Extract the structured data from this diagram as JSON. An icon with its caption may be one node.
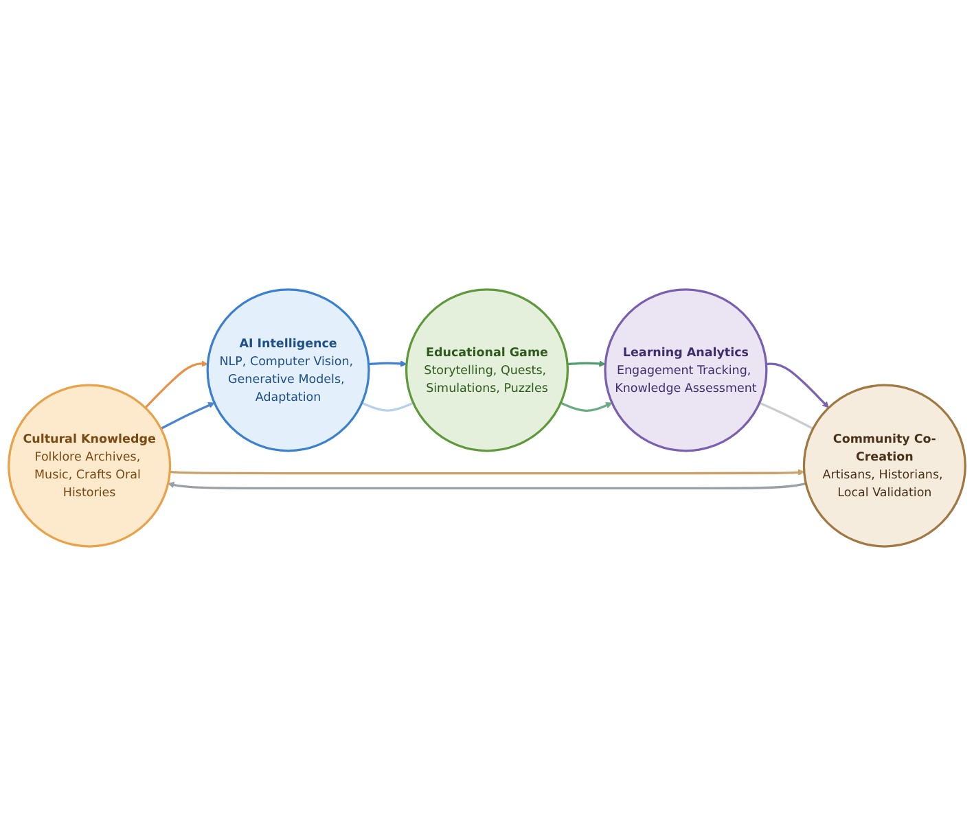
{
  "diagram": {
    "nodes": [
      {
        "text": [
          "Cultural Knowledge",
          "Folklore Archives, Music, Crafts Oral Histories"
        ]
      },
      {
        "text": [
          "Community Co-Creation",
          "Artisans, Historians, Local Validation"
        ]
      },
      {
        "text": [
          "AI Intelligence",
          "NLP, Computer Vision, Generative Models, Adaptation"
        ]
      },
      {
        "text": [
          "Learning Analytics",
          "Engagement Tracking, Knowledge Assessment"
        ]
      },
      {
        "text": [
          "Educational Game",
          "Storytelling, Quests, Simulations, Puzzles"
        ]
      }
    ],
    "edges": [
      {
        "from": 0,
        "to": 2,
        "arrow": "to",
        "color": "#e8914a"
      },
      {
        "from": 0,
        "to": 2,
        "arrow": "to",
        "color": "#4a86d0"
      },
      {
        "from": 2,
        "to": 4,
        "arrow": "to",
        "color": "#3f7fcf"
      },
      {
        "from": 2,
        "to": 4,
        "arrow": "none",
        "color": "#b7d0ec"
      },
      {
        "from": 4,
        "to": 3,
        "arrow": "to",
        "color": "#4f9a6e"
      },
      {
        "from": 4,
        "to": 3,
        "arrow": "to",
        "color": "#6aab84"
      },
      {
        "from": 3,
        "to": 1,
        "arrow": "to",
        "color": "#7a62b0"
      },
      {
        "from": 1,
        "to": 3,
        "arrow": "none",
        "color": "#c9ccd0"
      },
      {
        "from": 1,
        "to": 0,
        "arrow": "to",
        "color": "#9aa0a8"
      },
      {
        "from": 0,
        "to": 1,
        "arrow": "to",
        "color": "#c9a067"
      }
    ]
  }
}
